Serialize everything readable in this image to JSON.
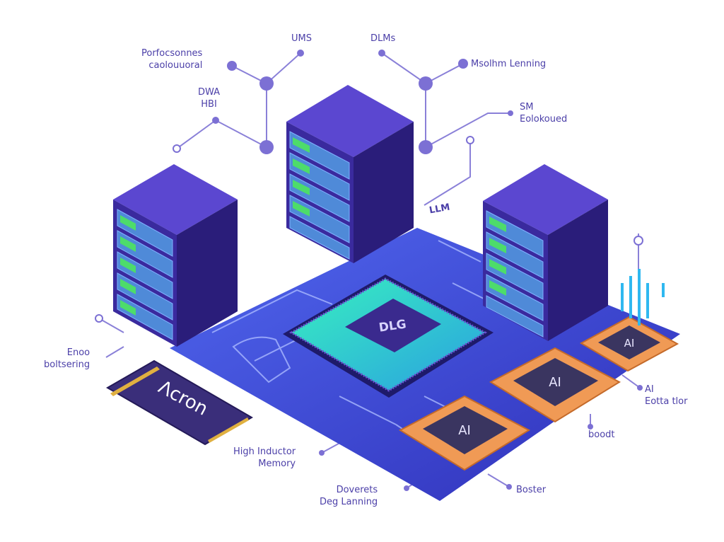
{
  "labels": {
    "perf_compute": [
      "Porfocsonnes",
      "caolouuoral"
    ],
    "ums": "UMS",
    "dlms": "DLMs",
    "machine_learning": "Msolhm Lenning",
    "dwa_hbi": [
      "DWA",
      "HBI"
    ],
    "sm_storage": [
      "SM",
      "Eolokoued"
    ],
    "llm": "LLM",
    "data_monitoring": [
      "Enoo",
      "boltsering"
    ],
    "ai_acceleration": [
      "AI",
      "Eotta tlor"
    ],
    "boost": "boodt",
    "high_inductor_memory": [
      "High Inductor",
      "Memory"
    ],
    "boster": "Boster",
    "deep_learning": [
      "Doverets",
      "Deg Lanning"
    ]
  },
  "chips": {
    "center_label": "DLG",
    "ai_label": "AI"
  },
  "memory_stick": {
    "brand": "Λcron"
  },
  "colors": {
    "server_top": "#5b47d0",
    "server_front": "#3a2a9e",
    "server_side": "#2a1d7a",
    "board": "#3d4fd8",
    "chip_green": "#2fe0b0",
    "ai_chip_orange": "#f09a55",
    "label": "#4b3fa8",
    "connector": "#8a80d8"
  }
}
